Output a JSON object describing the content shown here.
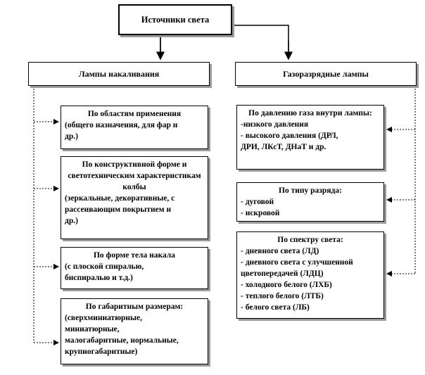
{
  "root": {
    "label": "Источники света"
  },
  "left": {
    "label": "Лампы накаливания",
    "items": [
      {
        "title": "По областям применения",
        "lines": [
          "(общего назначения, для фар и",
          "др.)"
        ]
      },
      {
        "title": "По конструктивной форме и светотехническим характеристикам колбы",
        "lines": [
          "(зеркальные, декоративные, с",
          "рассеивающим покрытием и",
          "др.)"
        ]
      },
      {
        "title": "По форме тела накала",
        "lines": [
          "(с плоской спиралью,",
          "биспиралью и т.д.)"
        ]
      },
      {
        "title": "По габаритным размерам:",
        "lines": [
          "(сверхминиатюрные,",
          "миниатюрные,",
          "малогабаритные, нормальные,",
          "крупногабаритные)"
        ]
      }
    ]
  },
  "right": {
    "label": "Газоразрядные лампы",
    "items": [
      {
        "title": "По давлению газа внутри лампы:",
        "lines": [
          "-низкого давления",
          "- высокого давления (ДРЛ,",
          "ДРИ, ЛКсТ, ДНаТ и др."
        ]
      },
      {
        "title": "По типу разряда:",
        "lines": [
          "- дуговой",
          "- искровой"
        ]
      },
      {
        "title": "По спектру света:",
        "lines": [
          "- дневного света (ЛД)",
          "- дневного света с улучшенной",
          "цветопередачей (ЛДЦ)",
          "- холодного белого (ЛХБ)",
          "- теплого белого (ЛТБ)",
          "- белого света (ЛБ)"
        ]
      }
    ]
  }
}
